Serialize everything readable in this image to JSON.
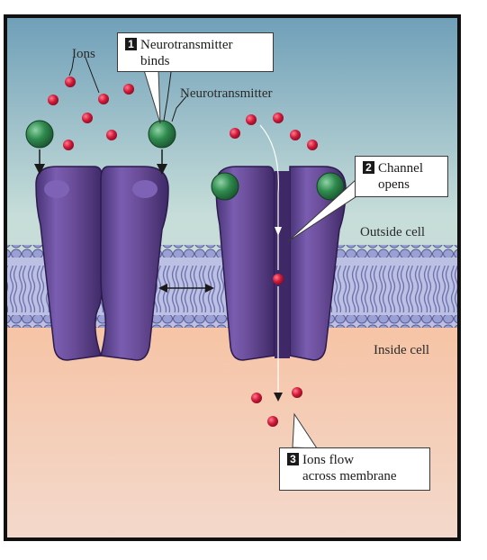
{
  "labels": {
    "ions": "Ions",
    "neurotransmitter": "Neurotransmitter",
    "outside_cell": "Outside cell",
    "inside_cell": "Inside cell"
  },
  "callouts": [
    {
      "number": "1",
      "line1": "Neurotransmitter",
      "line2": "binds"
    },
    {
      "number": "2",
      "line1": "Channel",
      "line2": "opens"
    },
    {
      "number": "3",
      "line1": "Ions flow",
      "line2": "across membrane"
    }
  ],
  "colors": {
    "outside_top": "#6f9fb8",
    "outside_bottom": "#c6ddd9",
    "inside_top": "#f6c3a4",
    "inside_bottom": "#f3d9cc",
    "channel": "#6b4e9a",
    "channel_dark": "#3e2966",
    "membrane": "#8f95c9",
    "neurotransmitter": "#2f8a4e",
    "ion": "#d11a3a",
    "frame": "#111111"
  }
}
